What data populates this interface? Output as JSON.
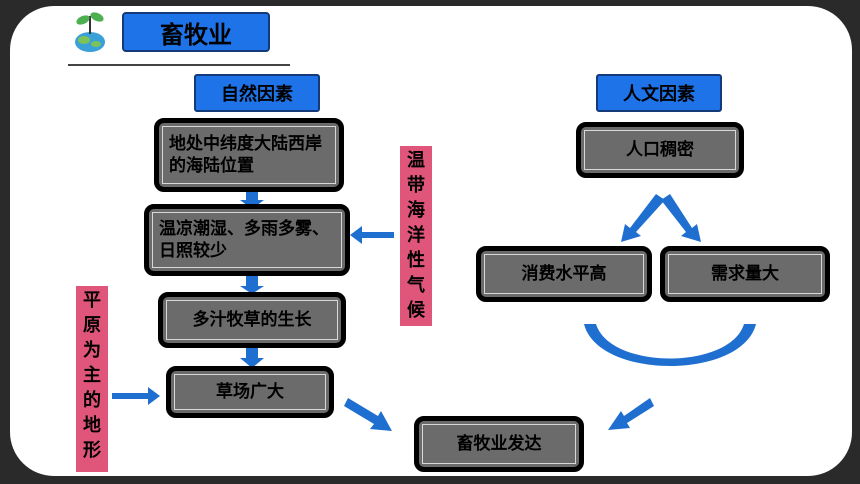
{
  "title": "畜牧业",
  "categories": {
    "natural": "自然因素",
    "human": "人文因素"
  },
  "nodes": {
    "location": "地处中纬度大陆西岸的海陆位置",
    "climate": "温凉潮湿、多雨多雾、日照较少",
    "grass": "多汁牧草的生长",
    "pasture": "草场广大",
    "population": "人口稠密",
    "consumption": "消费水平高",
    "demand": "需求量大",
    "result": "畜牧业发达"
  },
  "side_labels": {
    "climate_type": "温带海洋性气候",
    "terrain": "平原为主的地形"
  },
  "icons": [
    "plant-globe-icon"
  ],
  "colors": {
    "category_fill": "#1e73e8",
    "node_fill": "#6b6b6b",
    "arrow": "#1f6fd0",
    "side_label_fill": "#e0557a"
  }
}
